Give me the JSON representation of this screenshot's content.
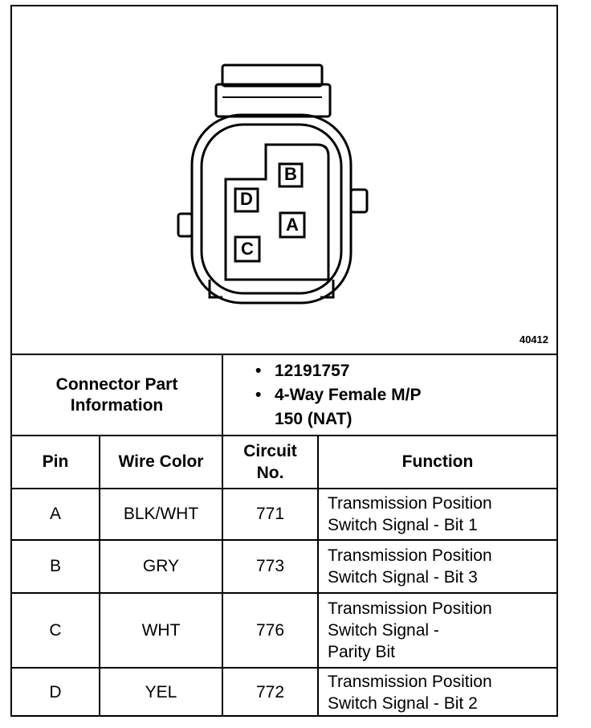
{
  "figure": {
    "id": "40412",
    "pins": {
      "A": "A",
      "B": "B",
      "C": "C",
      "D": "D"
    }
  },
  "connector_info": {
    "label_line1": "Connector Part",
    "label_line2": "Information",
    "bullet": "•",
    "part_number": "12191757",
    "description_line1": "4-Way Female M/P",
    "description_line2": "150 (NAT)"
  },
  "table": {
    "headers": {
      "pin": "Pin",
      "wire_color": "Wire Color",
      "circuit_line1": "Circuit",
      "circuit_line2": "No.",
      "function": "Function"
    },
    "rows": [
      {
        "pin": "A",
        "wire_color": "BLK/WHT",
        "circuit": "771",
        "function": [
          "Transmission Position",
          "Switch Signal - Bit 1"
        ]
      },
      {
        "pin": "B",
        "wire_color": "GRY",
        "circuit": "773",
        "function": [
          "Transmission Position",
          "Switch Signal - Bit 3"
        ]
      },
      {
        "pin": "C",
        "wire_color": "WHT",
        "circuit": "776",
        "function": [
          "Transmission Position",
          "Switch Signal -",
          "Parity Bit"
        ]
      },
      {
        "pin": "D",
        "wire_color": "YEL",
        "circuit": "772",
        "function": [
          "Transmission Position",
          "Switch Signal - Bit 2"
        ]
      }
    ]
  }
}
